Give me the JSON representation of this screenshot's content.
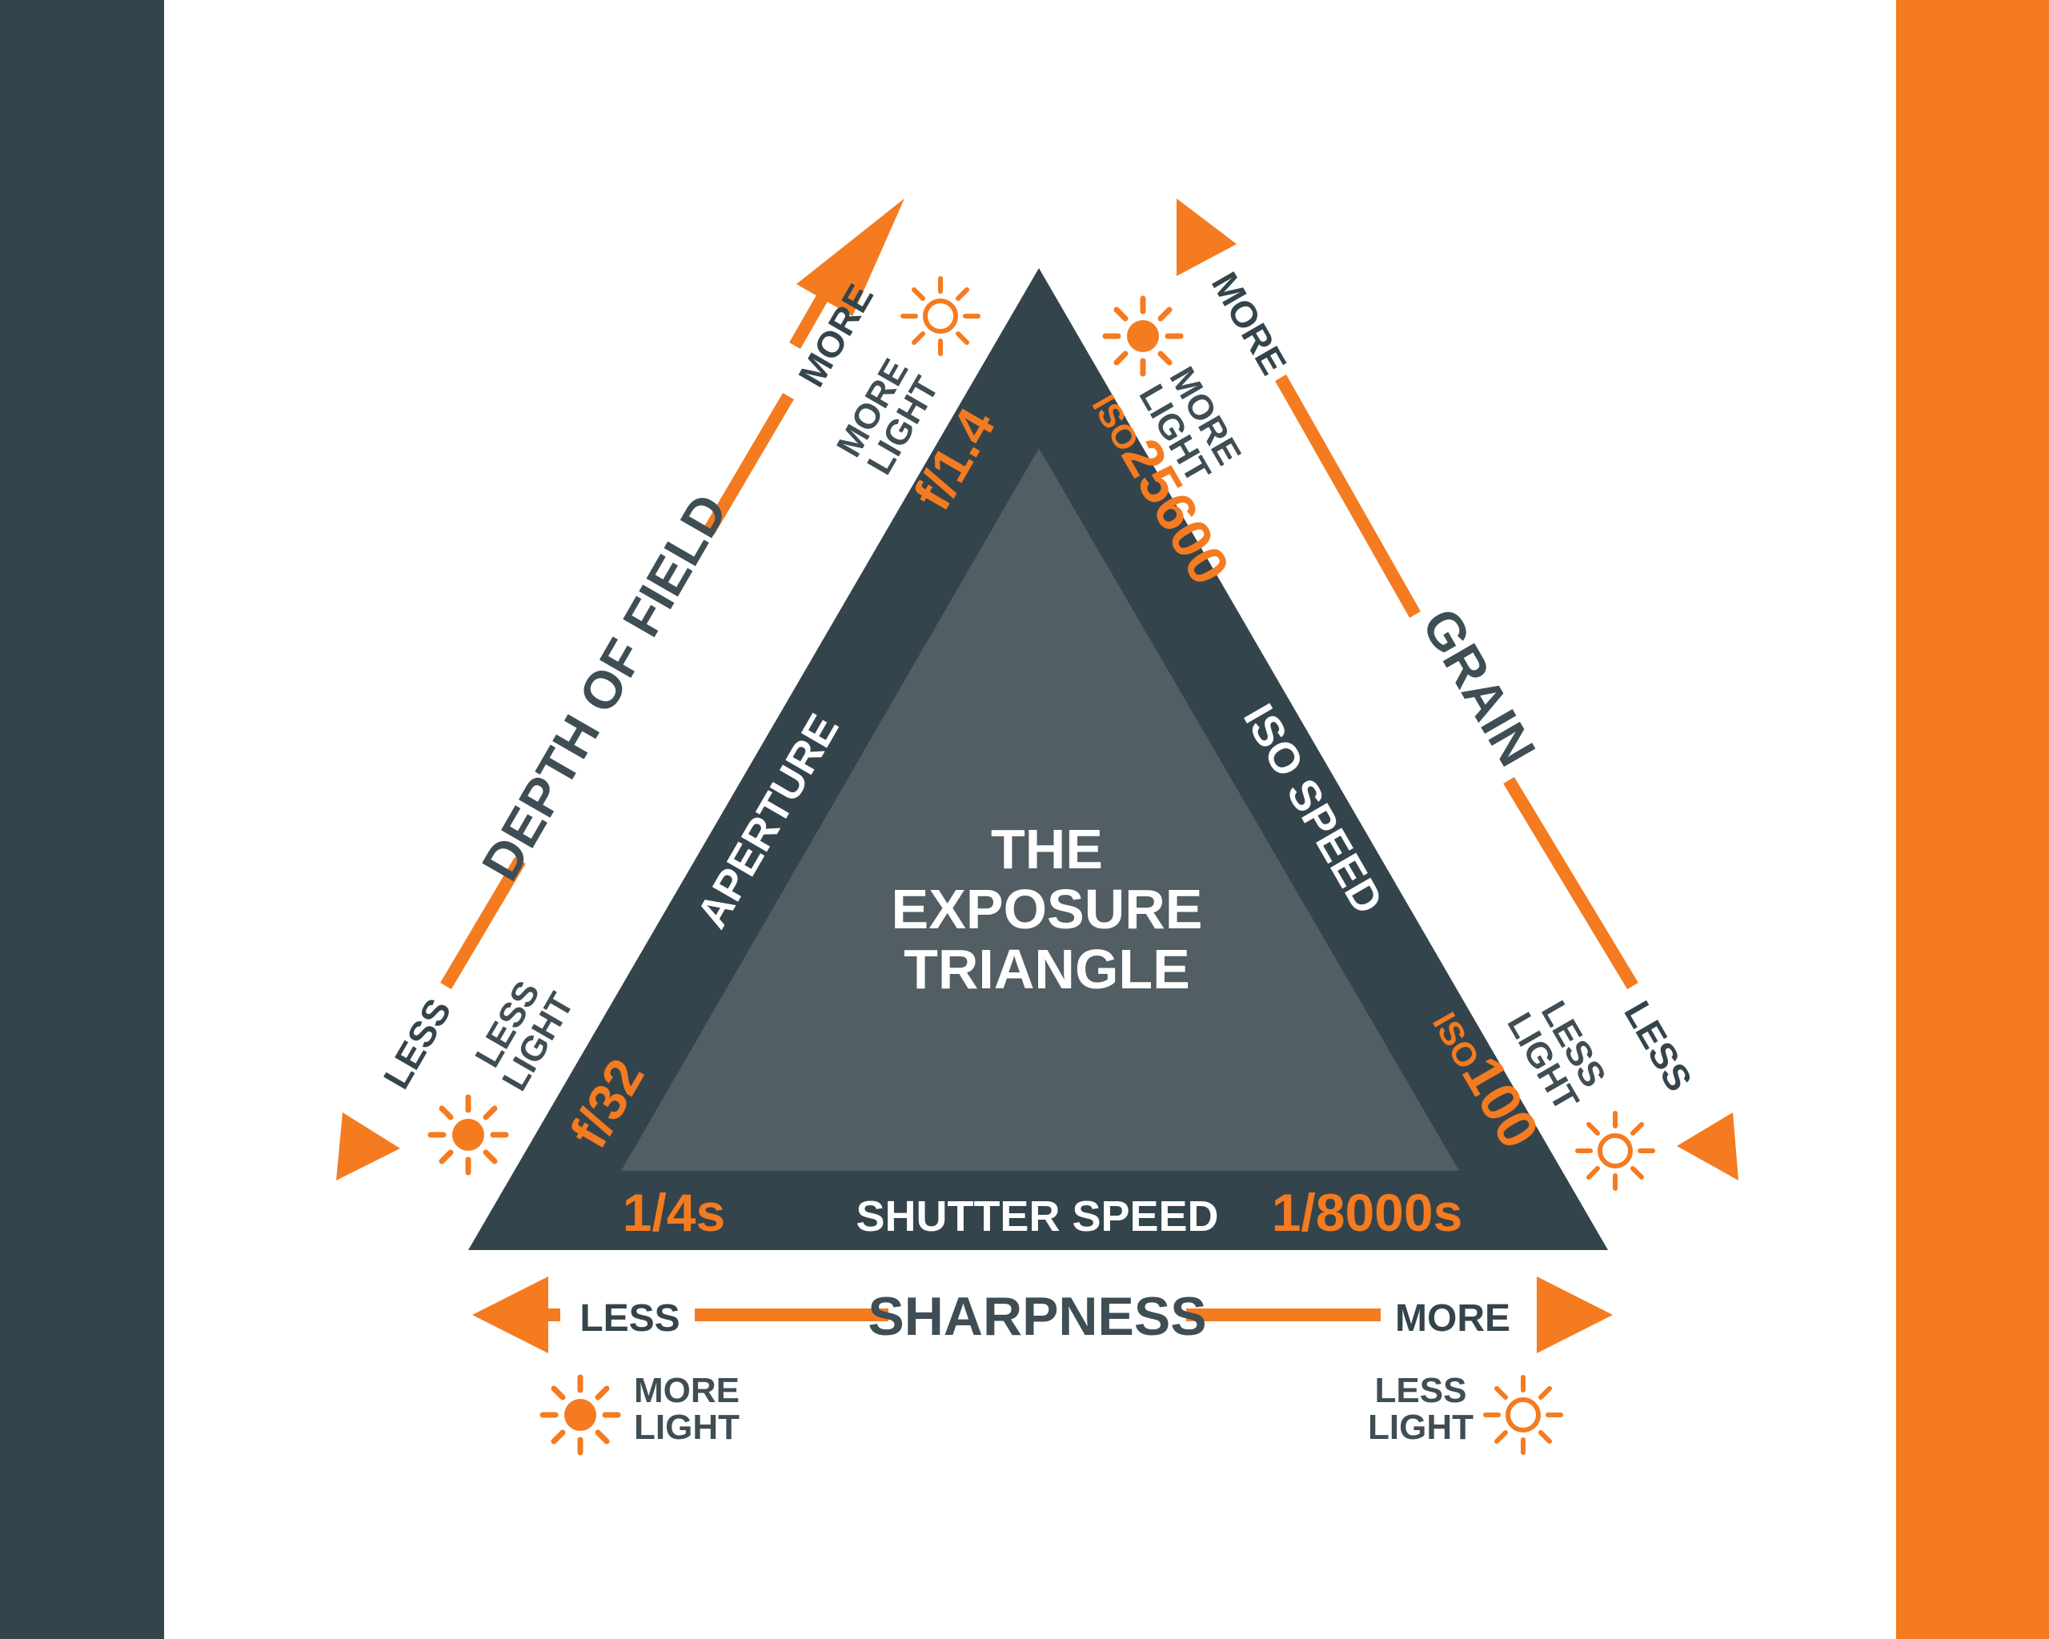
{
  "colors": {
    "dark": "#34444c",
    "mid": "#525d64",
    "orange": "#f47b20",
    "slate_text": "#3f4d55",
    "white": "#ffffff"
  },
  "center_title": [
    "THE",
    "EXPOSURE",
    "TRIANGLE"
  ],
  "sides": {
    "aperture": "APERTURE",
    "iso": "ISO SPEED",
    "shutter": "SHUTTER SPEED"
  },
  "values": {
    "aperture_wide": "f/1.4",
    "aperture_narrow": "f/32",
    "iso_prefix": "ISO",
    "iso_high": "25600",
    "iso_low": "100",
    "shutter_slow": "1/4s",
    "shutter_fast": "1/8000s"
  },
  "effects": {
    "depth_of_field": {
      "title": "DEPTH OF FIELD",
      "more": "MORE",
      "less": "LESS"
    },
    "grain": {
      "title": "GRAIN",
      "more": "MORE",
      "less": "LESS"
    },
    "sharpness": {
      "title": "SHARPNESS",
      "more": "MORE",
      "less": "LESS"
    }
  },
  "light": {
    "more": [
      "MORE",
      "LIGHT"
    ],
    "less": [
      "LESS",
      "LIGHT"
    ]
  },
  "icons": {
    "sun_solid": "sun-solid-icon",
    "sun_outline": "sun-outline-icon"
  }
}
